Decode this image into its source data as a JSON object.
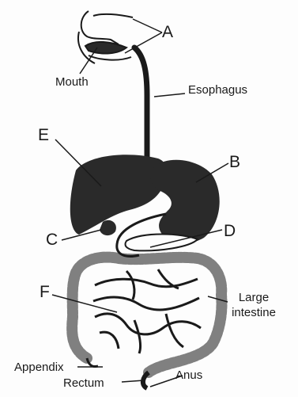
{
  "diagram": {
    "letters": {
      "a": "A",
      "b": "B",
      "c": "C",
      "d": "D",
      "e": "E",
      "f": "F"
    },
    "organs": {
      "mouth": "Mouth",
      "esophagus": "Esophagus",
      "large_intestine_line1": "Large",
      "large_intestine_line2": "intestine",
      "appendix": "Appendix",
      "rectum": "Rectum",
      "anus": "Anus"
    },
    "colors": {
      "ink": "#1a1a1a",
      "organ_fill": "#2a2a2a",
      "paper": "#fdfdfd"
    }
  }
}
